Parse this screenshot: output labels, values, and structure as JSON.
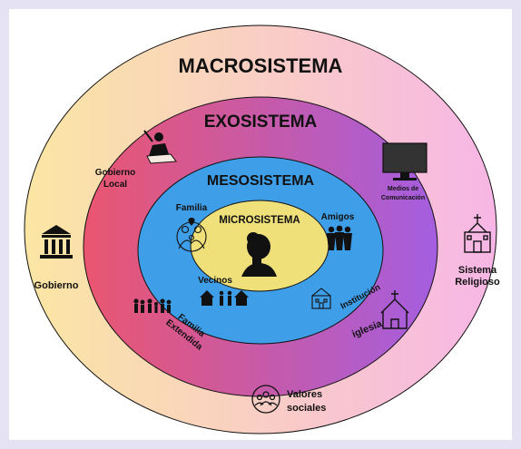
{
  "colors": {
    "page_bg": "#e5e3f3",
    "card_bg": "#ffffff",
    "macro_left": "#fbe6a3",
    "macro_right": "#f7b6e6",
    "exo_left": "#ea566f",
    "exo_right": "#a45ee0",
    "meso": "#3f9ee8",
    "micro": "#efe07a",
    "ink": "#111111"
  },
  "rings": {
    "macro": "MACROSISTEMA",
    "exo": "EXOSISTEMA",
    "meso": "MESOSISTEMA",
    "micro": "MICROSISTEMA"
  },
  "labels": {
    "gobierno": "Gobierno",
    "gobierno_local": [
      "Gobierno",
      "Local"
    ],
    "medios": [
      "Medios de",
      "Comunicación"
    ],
    "sistema_religioso": [
      "Sistema",
      "Religioso"
    ],
    "familia": "Familia",
    "amigos": "Amigos",
    "vecinos": "Vecinos",
    "institucion": "Institución",
    "familia_extendida": [
      "Familia",
      "Extendida"
    ],
    "iglesia": "iglesia",
    "valores_sociales": [
      "Valores",
      "sociales"
    ]
  },
  "icons": {
    "government": "government-building-icon",
    "local_government": "speaker-podium-icon",
    "media": "tv-monitor-icon",
    "religious_system": "church-building-icon",
    "family": "family-icon",
    "friends": "friends-group-icon",
    "neighbors": "neighbors-houses-icon",
    "institution": "institution-building-icon",
    "extended_family": "extended-family-icon",
    "church": "church-outline-icon",
    "social_values": "social-values-icon",
    "child": "child-silhouette-icon"
  }
}
